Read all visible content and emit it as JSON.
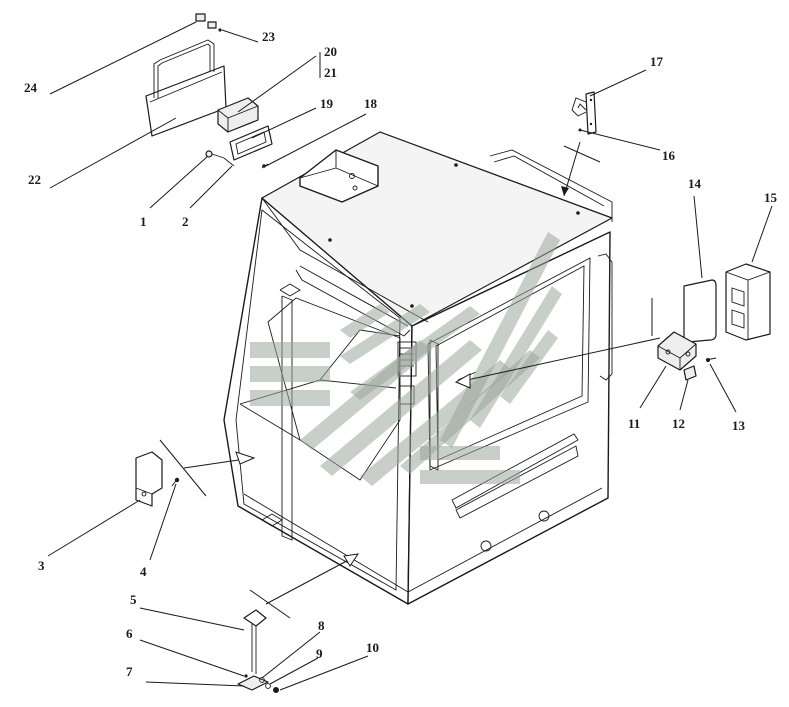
{
  "diagram": {
    "callouts": [
      {
        "id": "1",
        "label": "1"
      },
      {
        "id": "2",
        "label": "2"
      },
      {
        "id": "3",
        "label": "3"
      },
      {
        "id": "4",
        "label": "4"
      },
      {
        "id": "5",
        "label": "5"
      },
      {
        "id": "6",
        "label": "6"
      },
      {
        "id": "7",
        "label": "7"
      },
      {
        "id": "8",
        "label": "8"
      },
      {
        "id": "9",
        "label": "9"
      },
      {
        "id": "10",
        "label": "10"
      },
      {
        "id": "11",
        "label": "11"
      },
      {
        "id": "12",
        "label": "12"
      },
      {
        "id": "13",
        "label": "13"
      },
      {
        "id": "14",
        "label": "14"
      },
      {
        "id": "15",
        "label": "15"
      },
      {
        "id": "16",
        "label": "16"
      },
      {
        "id": "17",
        "label": "17"
      },
      {
        "id": "18",
        "label": "18"
      },
      {
        "id": "19",
        "label": "19"
      },
      {
        "id": "20",
        "label": "20"
      },
      {
        "id": "21",
        "label": "21"
      },
      {
        "id": "22",
        "label": "22"
      },
      {
        "id": "23",
        "label": "23"
      },
      {
        "id": "24",
        "label": "24"
      }
    ],
    "colors": {
      "line": "#1a1a1a",
      "watermark": "#9aa59a",
      "background": "#ffffff"
    }
  }
}
